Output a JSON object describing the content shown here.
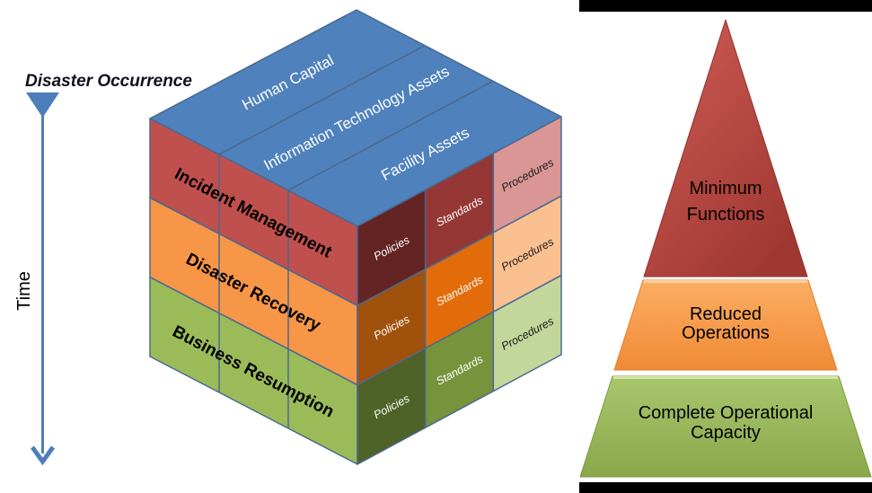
{
  "timeline": {
    "title": "Disaster Occurrence",
    "title_color": "#10101E",
    "axis_label": "Time",
    "axis_label_color": "#000000",
    "accent_color": "#4D7EBB"
  },
  "cube": {
    "border_color": "#4A6990",
    "top_face_color": "#4F81BD",
    "top_label_color": "#FFFFFF",
    "asset_bands": [
      "Human Capital",
      "Information Technology Assets",
      "Facility Assets"
    ],
    "phase_label_color": "#000000",
    "phases": [
      {
        "label": "Incident Management",
        "front_color": "#C0504D",
        "side_colors": [
          "#632423",
          "#953735",
          "#D99694"
        ]
      },
      {
        "label": "Disaster Recovery",
        "front_color": "#F79646",
        "side_colors": [
          "#A0520D",
          "#E36C0A",
          "#FAC090"
        ]
      },
      {
        "label": "Business Resumption",
        "front_color": "#9BBB59",
        "side_colors": [
          "#4F6228",
          "#77933C",
          "#C3D69B"
        ]
      }
    ],
    "doc_columns": [
      "Policies",
      "Standards",
      "Procedures"
    ],
    "doc_label_light": "#FFFFFF",
    "doc_label_dark": "#1A1A1A"
  },
  "pyramid": {
    "bar_color": "#000000",
    "label_color": "#000000",
    "levels": [
      {
        "label": "Minimum Functions",
        "lines": [
          "Minimum",
          "Functions"
        ],
        "fill_light": "#D05C55",
        "fill_dark": "#A03832",
        "border": "#8E322E",
        "highlight": "#DC746D"
      },
      {
        "label": "Reduced Operations",
        "lines": [
          "Reduced",
          "Operations"
        ],
        "fill_light": "#FBAE63",
        "fill_dark": "#F08A35",
        "border": "#E07F2E",
        "highlight": "#FDD09A"
      },
      {
        "label": "Complete Operational Capacity",
        "lines": [
          "Complete Operational",
          "Capacity"
        ],
        "fill_light": "#A8C66C",
        "fill_dark": "#8AA74B",
        "border": "#7C9A40",
        "highlight": "#D3E5A6"
      }
    ]
  }
}
